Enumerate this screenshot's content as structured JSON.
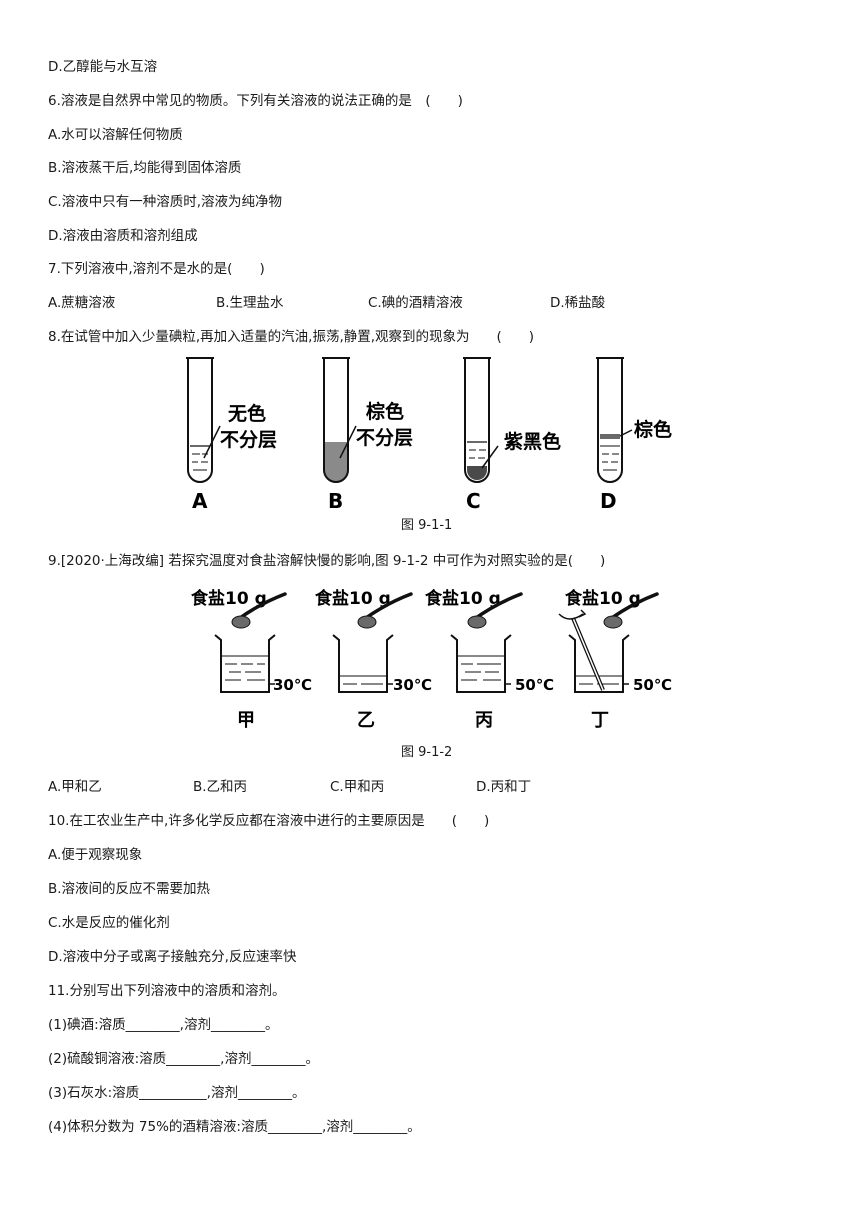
{
  "lines": {
    "l0": "D.乙醇能与水互溶",
    "q6": "6.溶液是自然界中常见的物质。下列有关溶液的说法正确的是　(　　)",
    "q6a": "A.水可以溶解任何物质",
    "q6b": "B.溶液蒸干后,均能得到固体溶质",
    "q6c": "C.溶液中只有一种溶质时,溶液为纯净物",
    "q6d": "D.溶液由溶质和溶剂组成",
    "q7": "7.下列溶液中,溶剂不是水的是(　　)",
    "q7a": "A.蔗糖溶液",
    "q7b": "B.生理盐水",
    "q7c": "C.碘的酒精溶液",
    "q7d": "D.稀盐酸",
    "q8": "8.在试管中加入少量碘粒,再加入适量的汽油,振荡,静置,观察到的现象为　　(　　)",
    "q9": "9.[2020·上海改编] 若探究温度对食盐溶解快慢的影响,图 9-1-2 中可作为对照实验的是(　　)",
    "q9a": "A.甲和乙",
    "q9b": "B.乙和丙",
    "q9c": "C.甲和丙",
    "q9d": "D.丙和丁",
    "q10": "10.在工农业生产中,许多化学反应都在溶液中进行的主要原因是　　(　　)",
    "q10a": "A.便于观察现象",
    "q10b": "B.溶液间的反应不需要加热",
    "q10c": "C.水是反应的催化剂",
    "q10d": "D.溶液中分子或离子接触充分,反应速率快",
    "q11": "11.分别写出下列溶液中的溶质和溶剂。",
    "q11_1": "(1)碘酒:溶质________,溶剂________。",
    "q11_2": "(2)硫酸铜溶液:溶质________,溶剂________。",
    "q11_3": "(3)石灰水:溶质__________,溶剂________。",
    "q11_4": "(4)体积分数为 75%的酒精溶液:溶质________,溶剂________。"
  },
  "figure1": {
    "caption": "图 9-1-1",
    "tubes": [
      {
        "letter": "A",
        "note1": "无色",
        "note2": "不分层"
      },
      {
        "letter": "B",
        "note1": "棕色",
        "note2": "不分层"
      },
      {
        "letter": "C",
        "note1": "紫黑色",
        "note2": ""
      },
      {
        "letter": "D",
        "note1": "棕色",
        "note2": ""
      }
    ]
  },
  "figure2": {
    "caption": "图 9-1-2",
    "beakers": [
      {
        "salt": "食盐10 g",
        "temp": "30℃",
        "name": "甲"
      },
      {
        "salt": "食盐10 g",
        "temp": "30℃",
        "name": "乙"
      },
      {
        "salt": "食盐10 g",
        "temp": "50℃",
        "name": "丙"
      },
      {
        "salt": "食盐10 g",
        "temp": "50℃",
        "name": "丁"
      }
    ]
  }
}
